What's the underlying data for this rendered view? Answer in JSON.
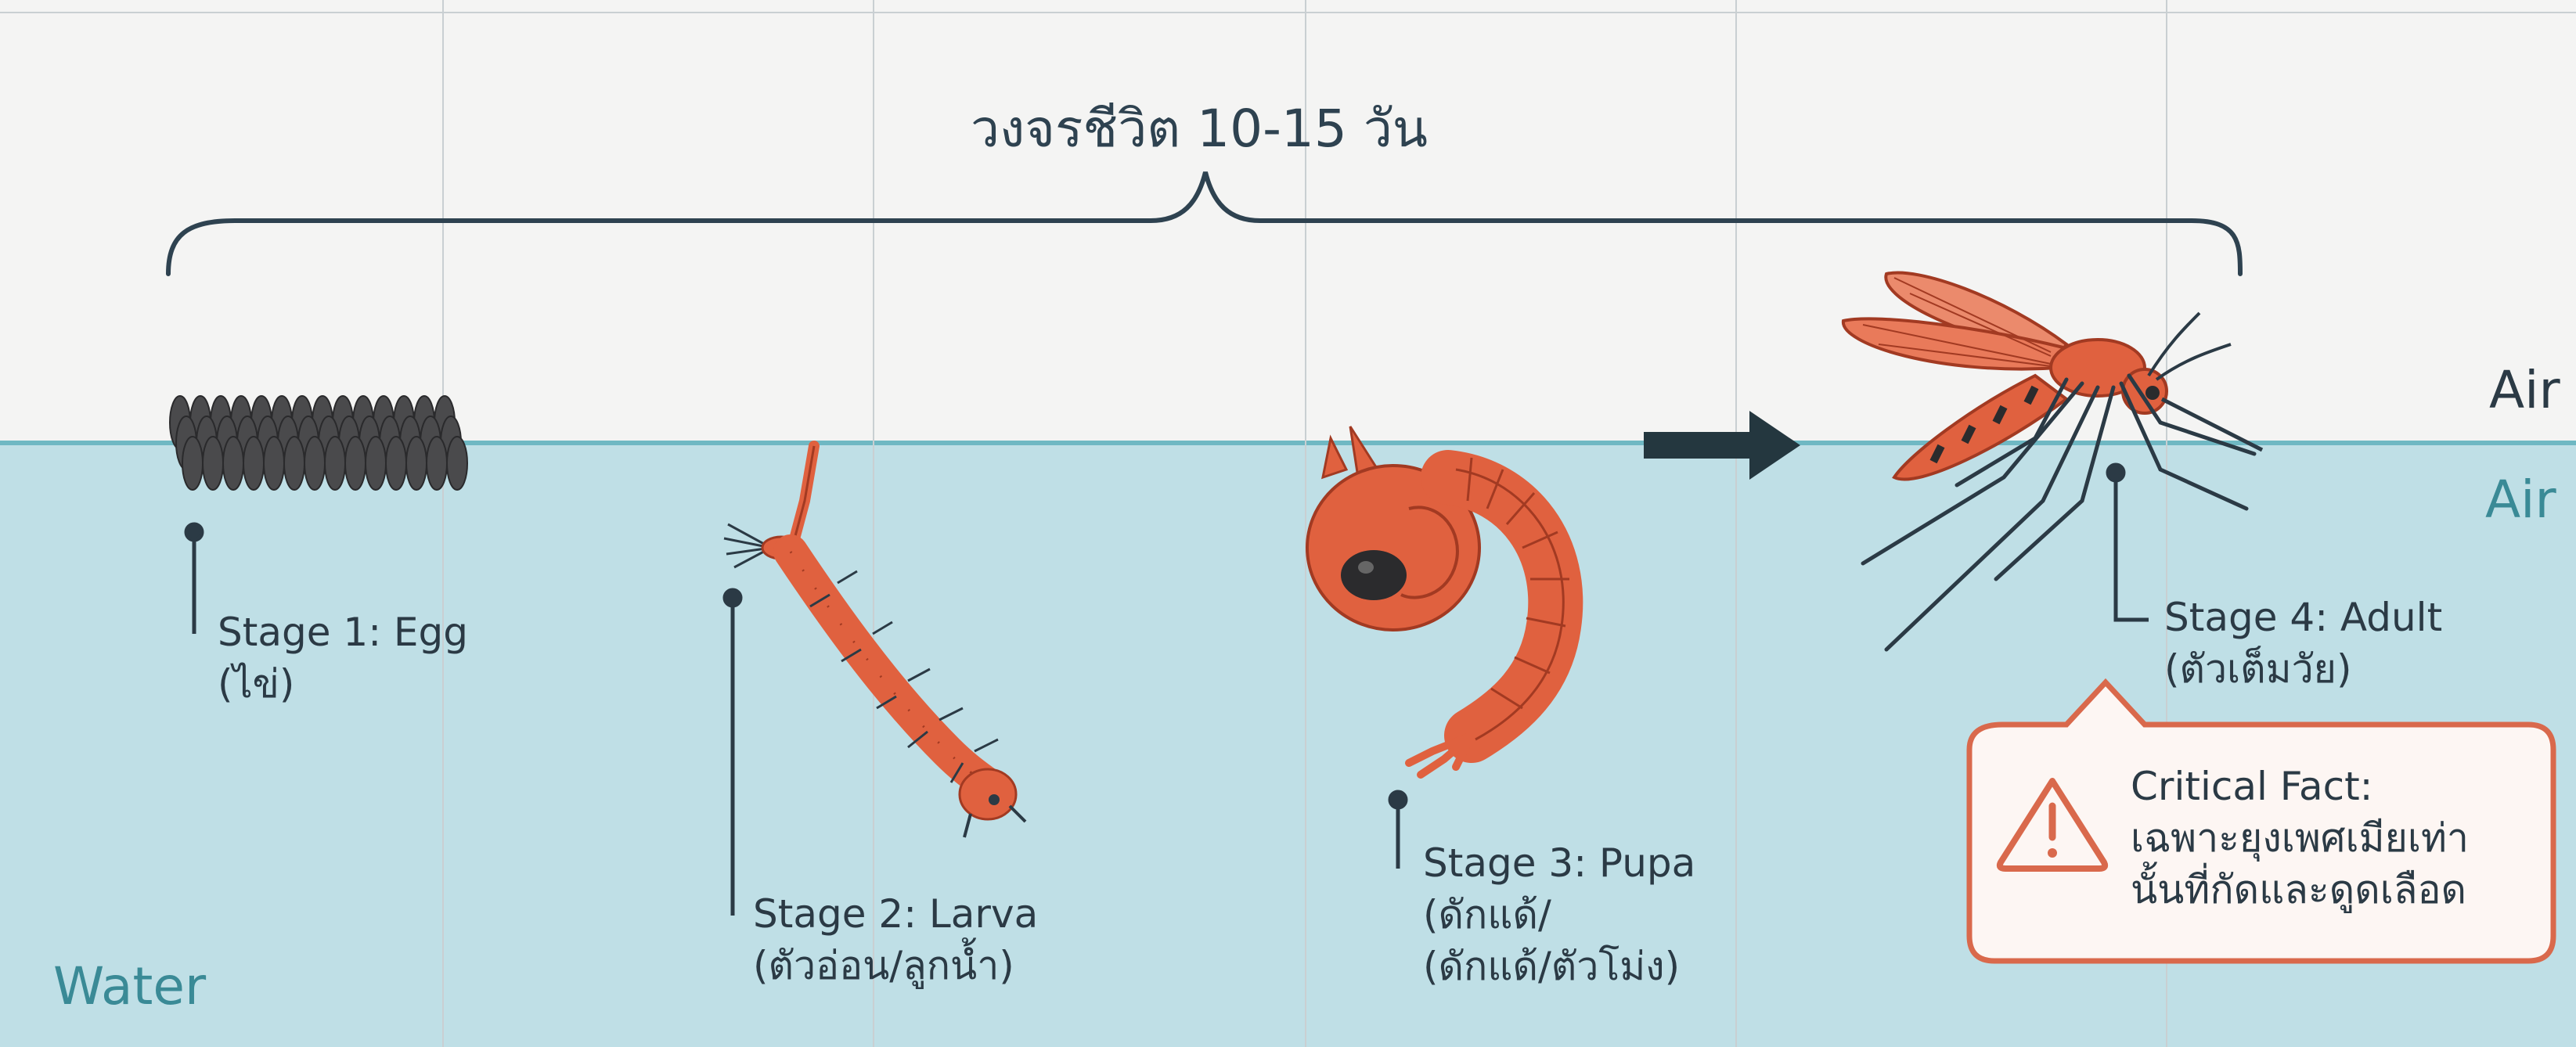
{
  "title": "วงจรชีวิต 10-15 วัน",
  "zones": {
    "air_label": "Air",
    "air_label_water": "Air",
    "water_label": "Water"
  },
  "stages": [
    {
      "label": "Stage 1: Egg",
      "sublabel": "(ไข่)"
    },
    {
      "label": "Stage 2: Larva",
      "sublabel": "(ตัวอ่อน/ลูกน้ำ)"
    },
    {
      "label": "Stage 3: Pupa",
      "sublabel": "(ดักแด้/",
      "sublabel2": "(ดักแด้/ตัวโม่ง)"
    },
    {
      "label": "Stage 4: Adult",
      "sublabel": "(ตัวเต็มวัย)"
    }
  ],
  "critical_fact": {
    "heading": "Critical Fact:",
    "line1": "เฉพาะยุงเพศเมียเท่า",
    "line2": "นั้นที่กัดและดูดเลือด",
    "icon": "warning-triangle-icon"
  },
  "colors": {
    "air_bg": "#f4f4f3",
    "water_bg": "#bfdfe6",
    "waterline": "#6fb8c3",
    "insect": "#e0613f",
    "insect_dark": "#a23a22",
    "egg": "#4a4a4c",
    "arrow": "#24373f",
    "alert": "#d9694c",
    "alert_bg": "#fdf6f3",
    "text": "#2b3a45",
    "accent_text": "#3a8a96"
  }
}
